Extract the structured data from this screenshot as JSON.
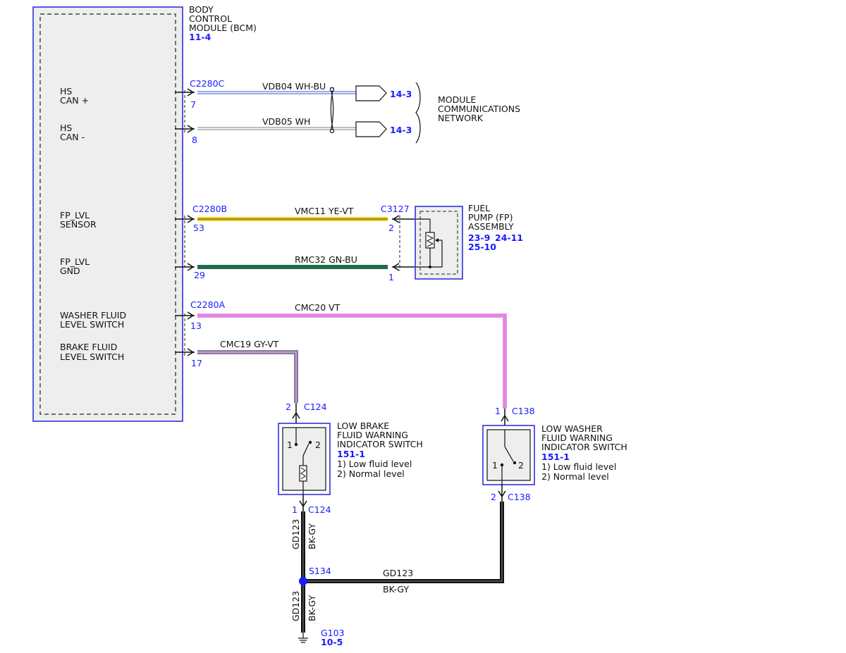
{
  "bcm": {
    "title_lines": [
      "BODY",
      "CONTROL",
      "MODULE (BCM)"
    ],
    "ref": "11-4",
    "pins": [
      {
        "lines": [
          "HS",
          "CAN +"
        ]
      },
      {
        "lines": [
          "HS",
          "CAN -"
        ]
      },
      {
        "lines": [
          "FP_LVL",
          "SENSOR"
        ]
      },
      {
        "lines": [
          "FP_LVL",
          "GND"
        ]
      },
      {
        "lines": [
          "WASHER FLUID",
          "LEVEL SWITCH"
        ]
      },
      {
        "lines": [
          "BRAKE FLUID",
          "LEVEL SWITCH"
        ]
      }
    ]
  },
  "connectors": {
    "c2280c": "C2280C",
    "c2280b": "C2280B",
    "c2280a": "C2280A",
    "c3127": "C3127",
    "c124": "C124",
    "c138": "C138",
    "s134": "S134",
    "g103": "G103"
  },
  "pins": {
    "c2280c_7": "7",
    "c2280c_8": "8",
    "c2280b_53": "53",
    "c2280b_29": "29",
    "c2280a_13": "13",
    "c2280a_17": "17",
    "c3127_2": "2",
    "c3127_1": "1",
    "c124_top": "2",
    "c124_bottom": "1",
    "c138_top": "1",
    "c138_bottom": "2"
  },
  "wires": {
    "vdb04": "VDB04  WH-BU",
    "vdb05": "VDB05  WH",
    "vmc11": "VMC11  YE-VT",
    "rmc32": "RMC32  GN-BU",
    "cmc20": "CMC20  VT",
    "cmc19": "CMC19  GY-VT",
    "gd123_circuit": "GD123",
    "gd123_color": "BK-GY"
  },
  "network": {
    "ref_top": "14-3",
    "ref_bottom": "14-3",
    "label_lines": [
      "MODULE",
      "COMMUNICATIONS",
      "NETWORK"
    ]
  },
  "fuel_pump": {
    "label_lines": [
      "FUEL",
      "PUMP (FP)",
      "ASSEMBLY"
    ],
    "refs": [
      "23-9",
      "24-11",
      "25-10"
    ]
  },
  "brake_switch": {
    "label_lines": [
      "LOW BRAKE",
      "FLUID WARNING",
      "INDICATOR SWITCH"
    ],
    "ref": "151-1",
    "notes": [
      "1) Low fluid level",
      "2) Normal level"
    ],
    "pos1": "1",
    "pos2": "2"
  },
  "washer_switch": {
    "label_lines": [
      "LOW WASHER",
      "FLUID WARNING",
      "INDICATOR SWITCH"
    ],
    "ref": "151-1",
    "notes": [
      "1) Low fluid level",
      "2) Normal level"
    ],
    "pos1": "1",
    "pos2": "2"
  },
  "ground": {
    "ref": "10-5"
  },
  "colors": {
    "outline_blue": "#2222dd",
    "text_blue": "#1a1aff",
    "wh_bu": "#5a7bd8",
    "ye_vt": "#f2d21e",
    "gn_bu": "#1f6b4a",
    "vt": "#e88ce8",
    "gy_vt": "#8a7a9a",
    "bk": "#111111",
    "module_fill": "#eeeeee"
  }
}
